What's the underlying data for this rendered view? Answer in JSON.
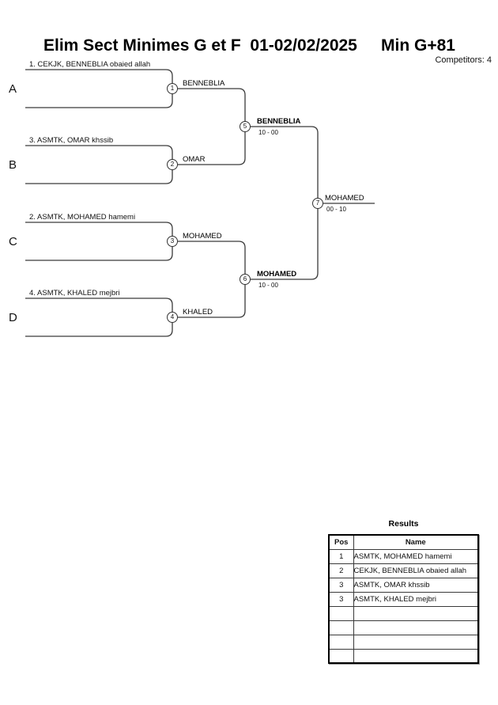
{
  "header": {
    "title": "Elim Sect Minimes G et F  01-02/02/2025",
    "category": "Min G+81",
    "competitors_label": "Competitors: 4"
  },
  "bracket": {
    "slots": [
      {
        "letter": "A",
        "seed": "1. CEKJK, BENNEBLIA obaied allah"
      },
      {
        "letter": "B",
        "seed": "3. ASMTK, OMAR khssib"
      },
      {
        "letter": "C",
        "seed": "2. ASMTK, MOHAMED hamemi"
      },
      {
        "letter": "D",
        "seed": "4. ASMTK, KHALED mejbri"
      }
    ],
    "matches": [
      {
        "node": "1",
        "winner": "BENNEBLIA",
        "score": ""
      },
      {
        "node": "2",
        "winner": "OMAR",
        "score": ""
      },
      {
        "node": "3",
        "winner": "MOHAMED",
        "score": ""
      },
      {
        "node": "4",
        "winner": "KHALED",
        "score": ""
      },
      {
        "node": "5",
        "winner": "BENNEBLIA",
        "score": "10 - 00"
      },
      {
        "node": "6",
        "winner": "MOHAMED",
        "score": "10 - 00"
      },
      {
        "node": "7",
        "winner": "MOHAMED",
        "score": "00 - 10"
      }
    ]
  },
  "results": {
    "title": "Results",
    "columns": [
      "Pos",
      "Name"
    ],
    "rows": [
      {
        "pos": "1",
        "name": "ASMTK, MOHAMED hamemi"
      },
      {
        "pos": "2",
        "name": "CEKJK, BENNEBLIA obaied allah"
      },
      {
        "pos": "3",
        "name": "ASMTK, OMAR khssib"
      },
      {
        "pos": "3",
        "name": "ASMTK, KHALED mejbri"
      },
      {
        "pos": "",
        "name": ""
      },
      {
        "pos": "",
        "name": ""
      },
      {
        "pos": "",
        "name": ""
      },
      {
        "pos": "",
        "name": ""
      }
    ]
  }
}
